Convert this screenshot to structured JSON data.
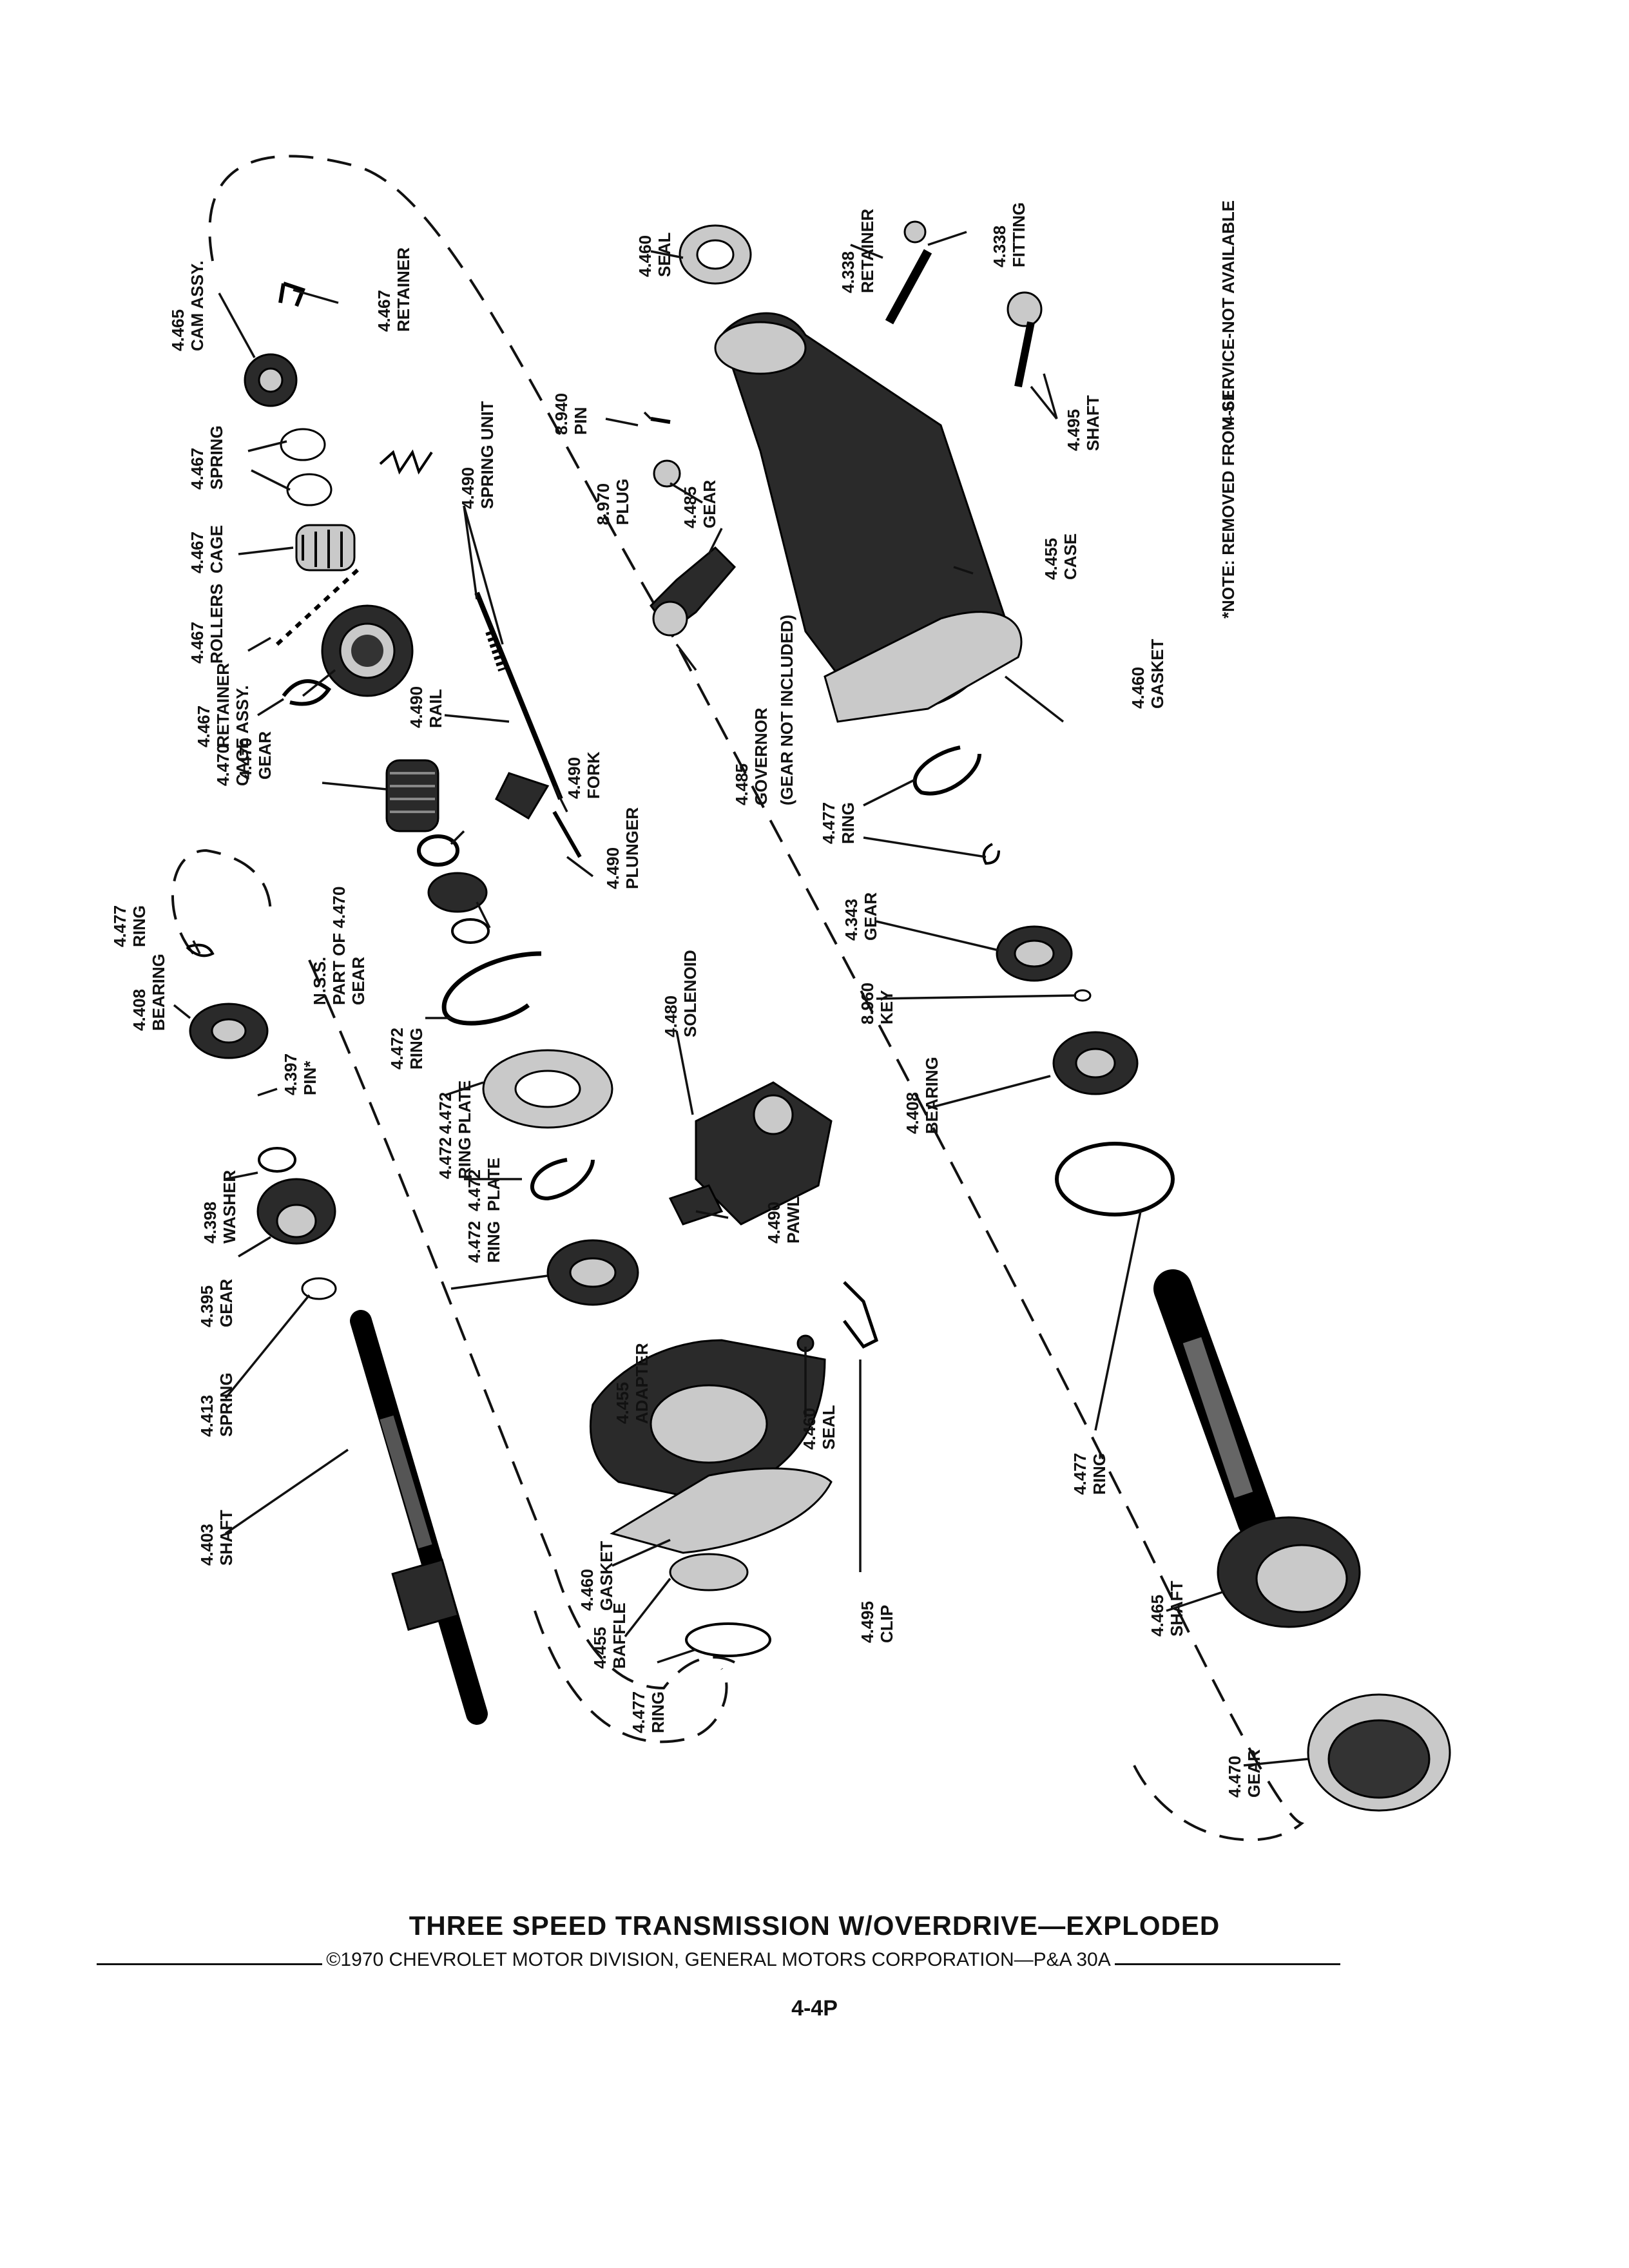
{
  "note": "*NOTE: REMOVED FROM SERVICE-NOT AVAILABLE",
  "side_page_number": "4-61",
  "title": "THREE SPEED TRANSMISSION W/OVERDRIVE—EXPLODED",
  "copyright": "©1970 CHEVROLET MOTOR DIVISION, GENERAL MOTORS CORPORATION—P&A 30A",
  "page_number": "4-4P",
  "labels": [
    {
      "num": "4.465",
      "name": "CAM ASSY."
    },
    {
      "num": "4.467",
      "name": "RETAINER"
    },
    {
      "num": "4.467",
      "name": "SPRING"
    },
    {
      "num": "4.467",
      "name": "CAGE"
    },
    {
      "num": "4.467",
      "name": "ROLLERS"
    },
    {
      "num": "4.467",
      "name": "RETAINER"
    },
    {
      "num": "4.470",
      "name": "CAGE ASSY."
    },
    {
      "num": "4.470",
      "name": "GEAR"
    },
    {
      "num": "4.490",
      "name": "SPRING UNIT"
    },
    {
      "num": "4.490",
      "name": "RAIL"
    },
    {
      "num": "4.490",
      "name": "FORK"
    },
    {
      "num": "4.490",
      "name": "PLUNGER"
    },
    {
      "num": "8.940",
      "name": "PIN"
    },
    {
      "num": "8.970",
      "name": "PLUG"
    },
    {
      "num": "4.485",
      "name": "GEAR"
    },
    {
      "num": "4.460",
      "name": "SEAL"
    },
    {
      "num": "4.338",
      "name": "RETAINER"
    },
    {
      "num": "4.338",
      "name": "FITTING"
    },
    {
      "num": "4.495",
      "name": "SHAFT"
    },
    {
      "num": "4.455",
      "name": "CASE"
    },
    {
      "num": "4.460",
      "name": "GASKET"
    },
    {
      "num": "4.485",
      "name": "GOVERNOR"
    },
    {
      "num": "",
      "name": "(GEAR NOT INCLUDED)"
    },
    {
      "num": "4.477",
      "name": "RING"
    },
    {
      "num": "4.477",
      "name": "RING"
    },
    {
      "num": "4.408",
      "name": "BEARING"
    },
    {
      "num": "4.397",
      "name": "PIN*"
    },
    {
      "num": "N.S.S.",
      "name": "PART OF 4.470"
    },
    {
      "num": "",
      "name": "GEAR"
    },
    {
      "num": "4.472",
      "name": "RING"
    },
    {
      "num": "4.472",
      "name": "RING"
    },
    {
      "num": "4.472",
      "name": "PLATE"
    },
    {
      "num": "4.472",
      "name": "RING"
    },
    {
      "num": "4.472",
      "name": "PLATE"
    },
    {
      "num": "4.398",
      "name": "WASHER"
    },
    {
      "num": "4.395",
      "name": "GEAR"
    },
    {
      "num": "4.413",
      "name": "SPRING"
    },
    {
      "num": "4.403",
      "name": "SHAFT"
    },
    {
      "num": "4.480",
      "name": "SOLENOID"
    },
    {
      "num": "4.490",
      "name": "PAWL"
    },
    {
      "num": "4.455",
      "name": "ADAPTER"
    },
    {
      "num": "4.460",
      "name": "SEAL"
    },
    {
      "num": "4.460",
      "name": "GASKET"
    },
    {
      "num": "4.455",
      "name": "BAFFLE"
    },
    {
      "num": "4.477",
      "name": "RING"
    },
    {
      "num": "4.495",
      "name": "CLIP"
    },
    {
      "num": "4.343",
      "name": "GEAR"
    },
    {
      "num": "8.960",
      "name": "KEY"
    },
    {
      "num": "4.408",
      "name": "BEARING"
    },
    {
      "num": "4.477",
      "name": "RING"
    },
    {
      "num": "4.465",
      "name": "SHAFT"
    },
    {
      "num": "4.470",
      "name": "GEAR"
    }
  ]
}
